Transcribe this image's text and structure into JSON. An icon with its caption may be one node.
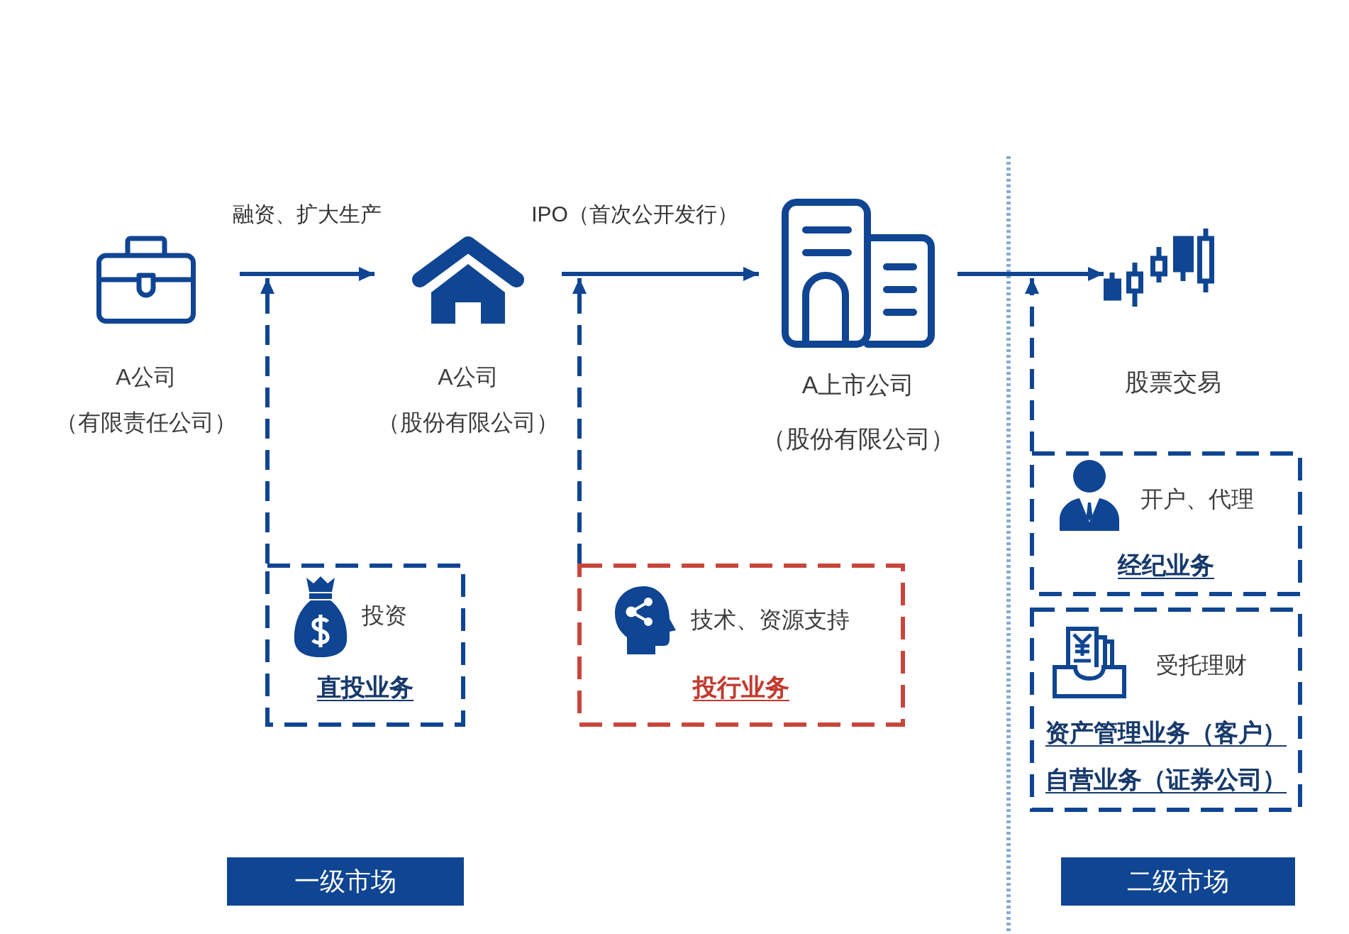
{
  "diagram": {
    "nodes": [
      {
        "text": [
          "A公司",
          "（有限责任公司）"
        ]
      },
      {
        "text": [
          "A公司",
          "（股份有限公司）"
        ]
      },
      {
        "text": [
          "A上市公司",
          "（股份有限公司）"
        ]
      },
      {
        "text": [
          "股票交易"
        ]
      },
      {
        "text": [
          "投资",
          "直投业务"
        ]
      },
      {
        "text": [
          "技术、资源支持",
          "投行业务"
        ]
      },
      {
        "text": [
          "开户、代理",
          "经纪业务"
        ]
      },
      {
        "text": [
          "受托理财",
          "资产管理业务（客户）",
          "自营业务（证券公司）"
        ]
      },
      {
        "text": [
          "一级市场"
        ]
      },
      {
        "text": [
          "二级市场"
        ]
      }
    ],
    "edges": [
      {
        "from": 0,
        "to": 1,
        "arrow": "to",
        "label": "融资、扩大生产"
      },
      {
        "from": 1,
        "to": 2,
        "arrow": "to",
        "label": "IPO（首次公开发行）"
      },
      {
        "from": 2,
        "to": 3,
        "arrow": "to"
      },
      {
        "from": 4,
        "to": null,
        "arrow": "to",
        "style": "dashed"
      },
      {
        "from": 5,
        "to": null,
        "arrow": "to",
        "style": "dashed"
      },
      {
        "from": 6,
        "to": null,
        "arrow": "to",
        "style": "dashed"
      }
    ]
  }
}
